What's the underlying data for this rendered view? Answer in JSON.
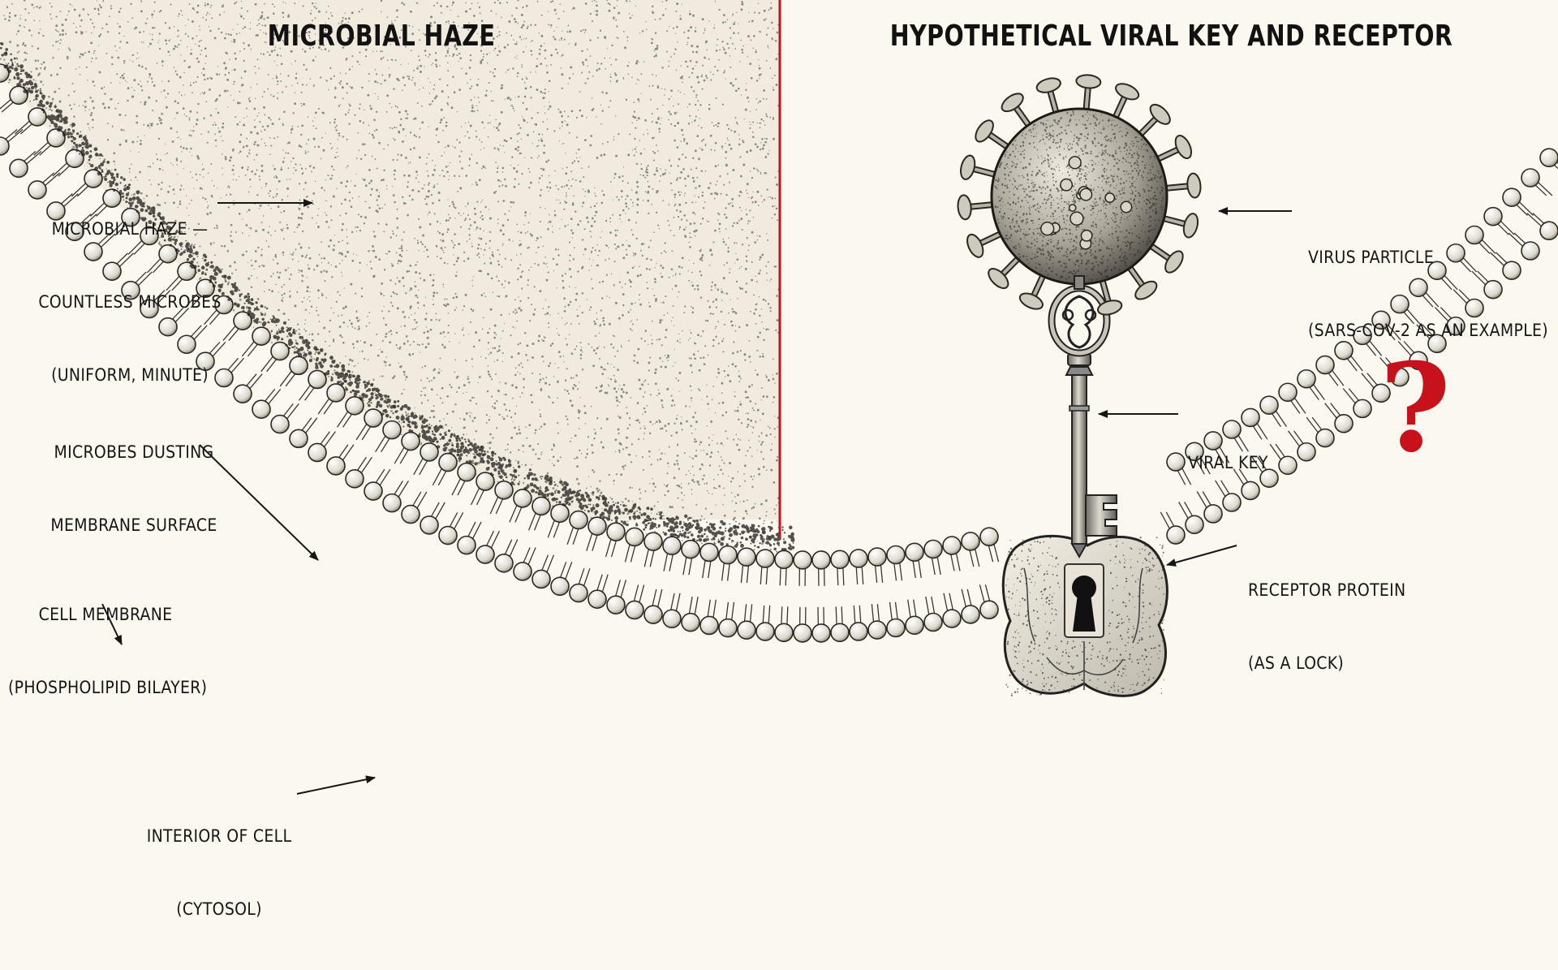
{
  "titles": {
    "left": "MICROBIAL HAZE",
    "right": "HYPOTHETICAL VIRAL KEY AND RECEPTOR"
  },
  "labels": {
    "haze": [
      "MICROBIAL HAZE —",
      "COUNTLESS MICROBES",
      "(UNIFORM, MINUTE)"
    ],
    "dusting": [
      "MICROBES DUSTING",
      "MEMBRANE SURFACE"
    ],
    "membrane": [
      "CELL MEMBRANE",
      "(PHOSPHOLIPID BILAYER)"
    ],
    "interior": [
      "INTERIOR OF CELL",
      "(CYTOSOL)"
    ],
    "virus": [
      "VIRUS PARTICLE",
      "(SARS-COV-2 AS AN EXAMPLE)"
    ],
    "key": [
      "VIRAL KEY"
    ],
    "receptor": [
      "RECEPTOR PROTEIN",
      "(AS A LOCK)"
    ]
  },
  "question_mark": "?",
  "colors": {
    "divider": "#c8121b",
    "question_mark": "#c8121b",
    "haze_panel": "#f1ebdf",
    "background": "#fbf8ef",
    "ink": "#161616"
  }
}
